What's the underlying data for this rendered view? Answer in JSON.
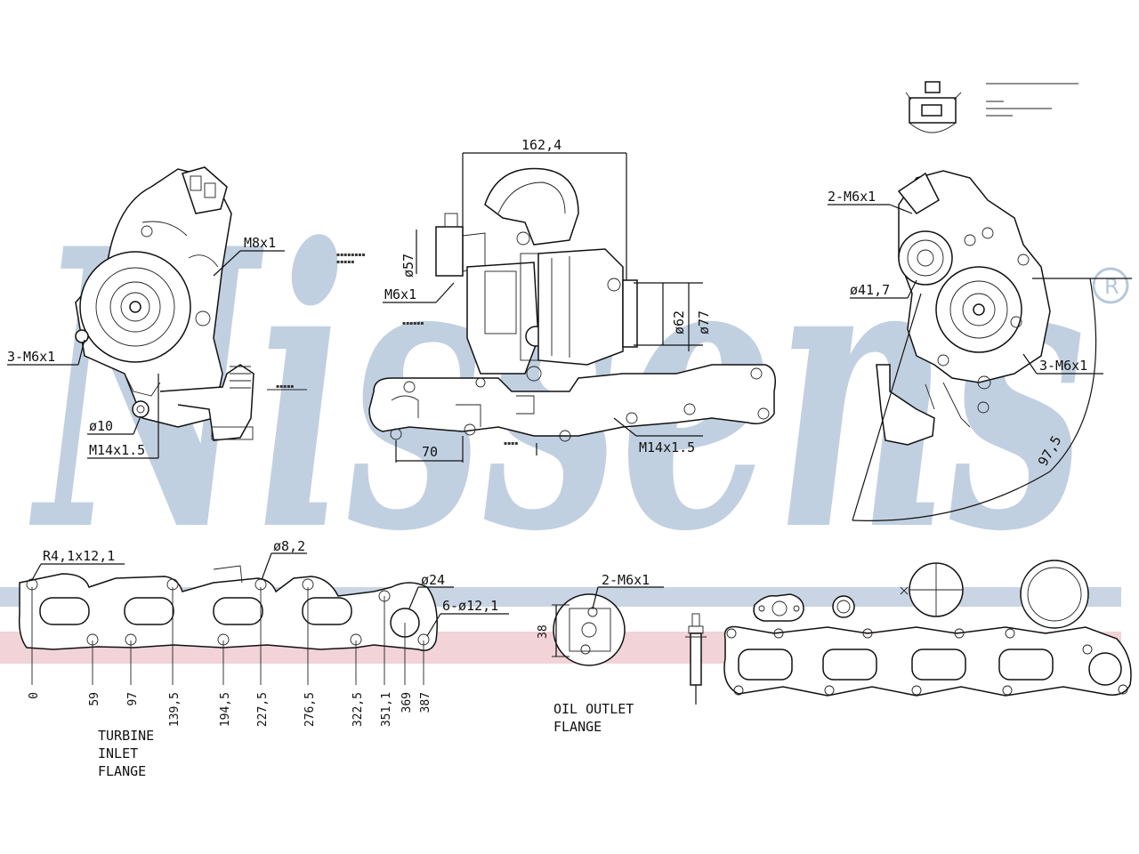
{
  "brand": {
    "watermark": "Nissens",
    "registered_mark": "®",
    "watermark_color": "#b7c8dc",
    "band_blue": "#c9d5e4",
    "band_pink": "#f2d3d8"
  },
  "views": {
    "left": {
      "m8": "M8x1",
      "m6": "3-M6x1",
      "d10": "ø10",
      "m14": "M14x1.5"
    },
    "center": {
      "w": "162,4",
      "d57": "ø57",
      "m6": "M6x1",
      "d62": "ø62",
      "d77": "ø77",
      "s70": "70",
      "m14": "M14x1.5"
    },
    "right": {
      "m6a": "2-M6x1",
      "d41": "ø41,7",
      "m6b": "3-M6x1",
      "r97": "97,5"
    }
  },
  "flange": {
    "r": "R4,1x12,1",
    "d82": "ø8,2",
    "d24": "ø24",
    "holes": "6-ø12,1",
    "dims": [
      "0",
      "59",
      "97",
      "139,5",
      "194,5",
      "227,5",
      "276,5",
      "322,5",
      "351,1",
      "369",
      "387"
    ],
    "caption": [
      "TURBINE",
      "INLET",
      "FLANGE"
    ]
  },
  "oil": {
    "m6": "2-M6x1",
    "d38": "38",
    "caption": [
      "OIL OUTLET",
      "FLANGE"
    ]
  }
}
